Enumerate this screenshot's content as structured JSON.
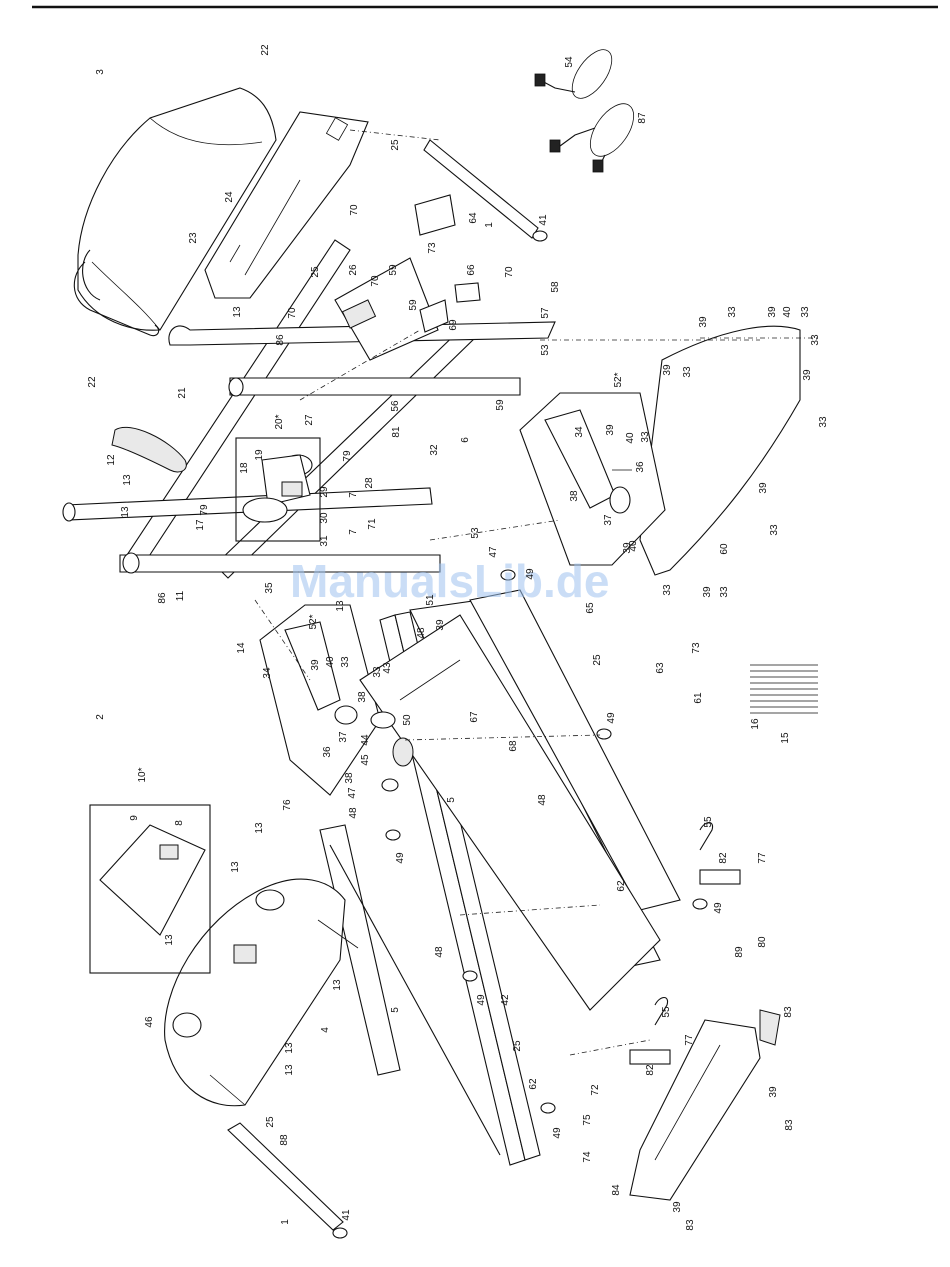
{
  "watermark": "ManualsLib.de",
  "callouts": [
    "1",
    "2",
    "3",
    "4",
    "5",
    "6",
    "7",
    "8",
    "9",
    "10*",
    "11",
    "12",
    "13",
    "14",
    "15",
    "16",
    "17",
    "18",
    "19",
    "20*",
    "21",
    "22",
    "23",
    "24",
    "25",
    "26",
    "27",
    "28",
    "29",
    "30",
    "31",
    "32",
    "33",
    "34",
    "35",
    "36",
    "37",
    "38",
    "39",
    "40",
    "41",
    "42",
    "43",
    "44",
    "45",
    "46",
    "47",
    "48",
    "49",
    "50",
    "51",
    "52*",
    "53",
    "54",
    "55",
    "56",
    "57",
    "58",
    "59",
    "60",
    "61",
    "62",
    "63",
    "64",
    "65",
    "66",
    "67",
    "68",
    "69",
    "70",
    "71",
    "72",
    "73",
    "74",
    "75",
    "76",
    "77",
    "79",
    "80",
    "81",
    "82",
    "83",
    "84",
    "86",
    "87",
    "88",
    "89"
  ]
}
